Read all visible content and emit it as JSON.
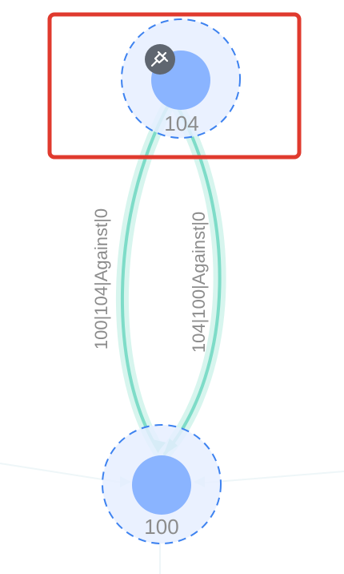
{
  "graph": {
    "nodes": [
      {
        "id": "104",
        "label": "104",
        "pinned": true,
        "selected": true
      },
      {
        "id": "100",
        "label": "100",
        "pinned": false,
        "selected": false
      }
    ],
    "edges": [
      {
        "label": "100|104|Against|0",
        "source": "100",
        "target": "104"
      },
      {
        "label": "104|100|Against|0",
        "source": "104",
        "target": "100"
      }
    ]
  },
  "colors": {
    "node_fill": "#8ab4ff",
    "node_halo": "#e6eeff",
    "node_ring": "#3d82f0",
    "edge": "#7edcc8",
    "edge_glow": "#d7f5ee",
    "selection_box": "#e03a2e",
    "pin_badge": "#5f6670",
    "label_text": "#8c8c8c"
  },
  "icons": {
    "pin": "pushpin-icon"
  }
}
